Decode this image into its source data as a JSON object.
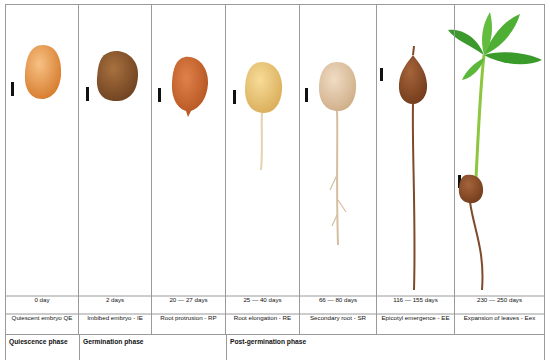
{
  "diagram": {
    "nodes": [
      {
        "text": [
          "0 day",
          "Quiescent embryo  QE"
        ]
      },
      {
        "text": [
          "2 days",
          "Imbibed embryo - IE"
        ]
      },
      {
        "text": [
          "20 — 27 days",
          "Root protrusion - RP"
        ]
      },
      {
        "text": [
          "25 — 40 days",
          "Root elongation - RE"
        ]
      },
      {
        "text": [
          "66 — 80 days",
          "Secondary root - SR"
        ]
      },
      {
        "text": [
          "116 — 155 days",
          "Epicotyl emergence - EE"
        ]
      },
      {
        "text": [
          "230 — 250 days",
          "Expansion of leaves - Eex"
        ]
      },
      {
        "text": [
          "Quiescence phase"
        ]
      },
      {
        "text": [
          "Germination phase"
        ]
      },
      {
        "text": [
          "Post-germination phase"
        ]
      }
    ]
  }
}
